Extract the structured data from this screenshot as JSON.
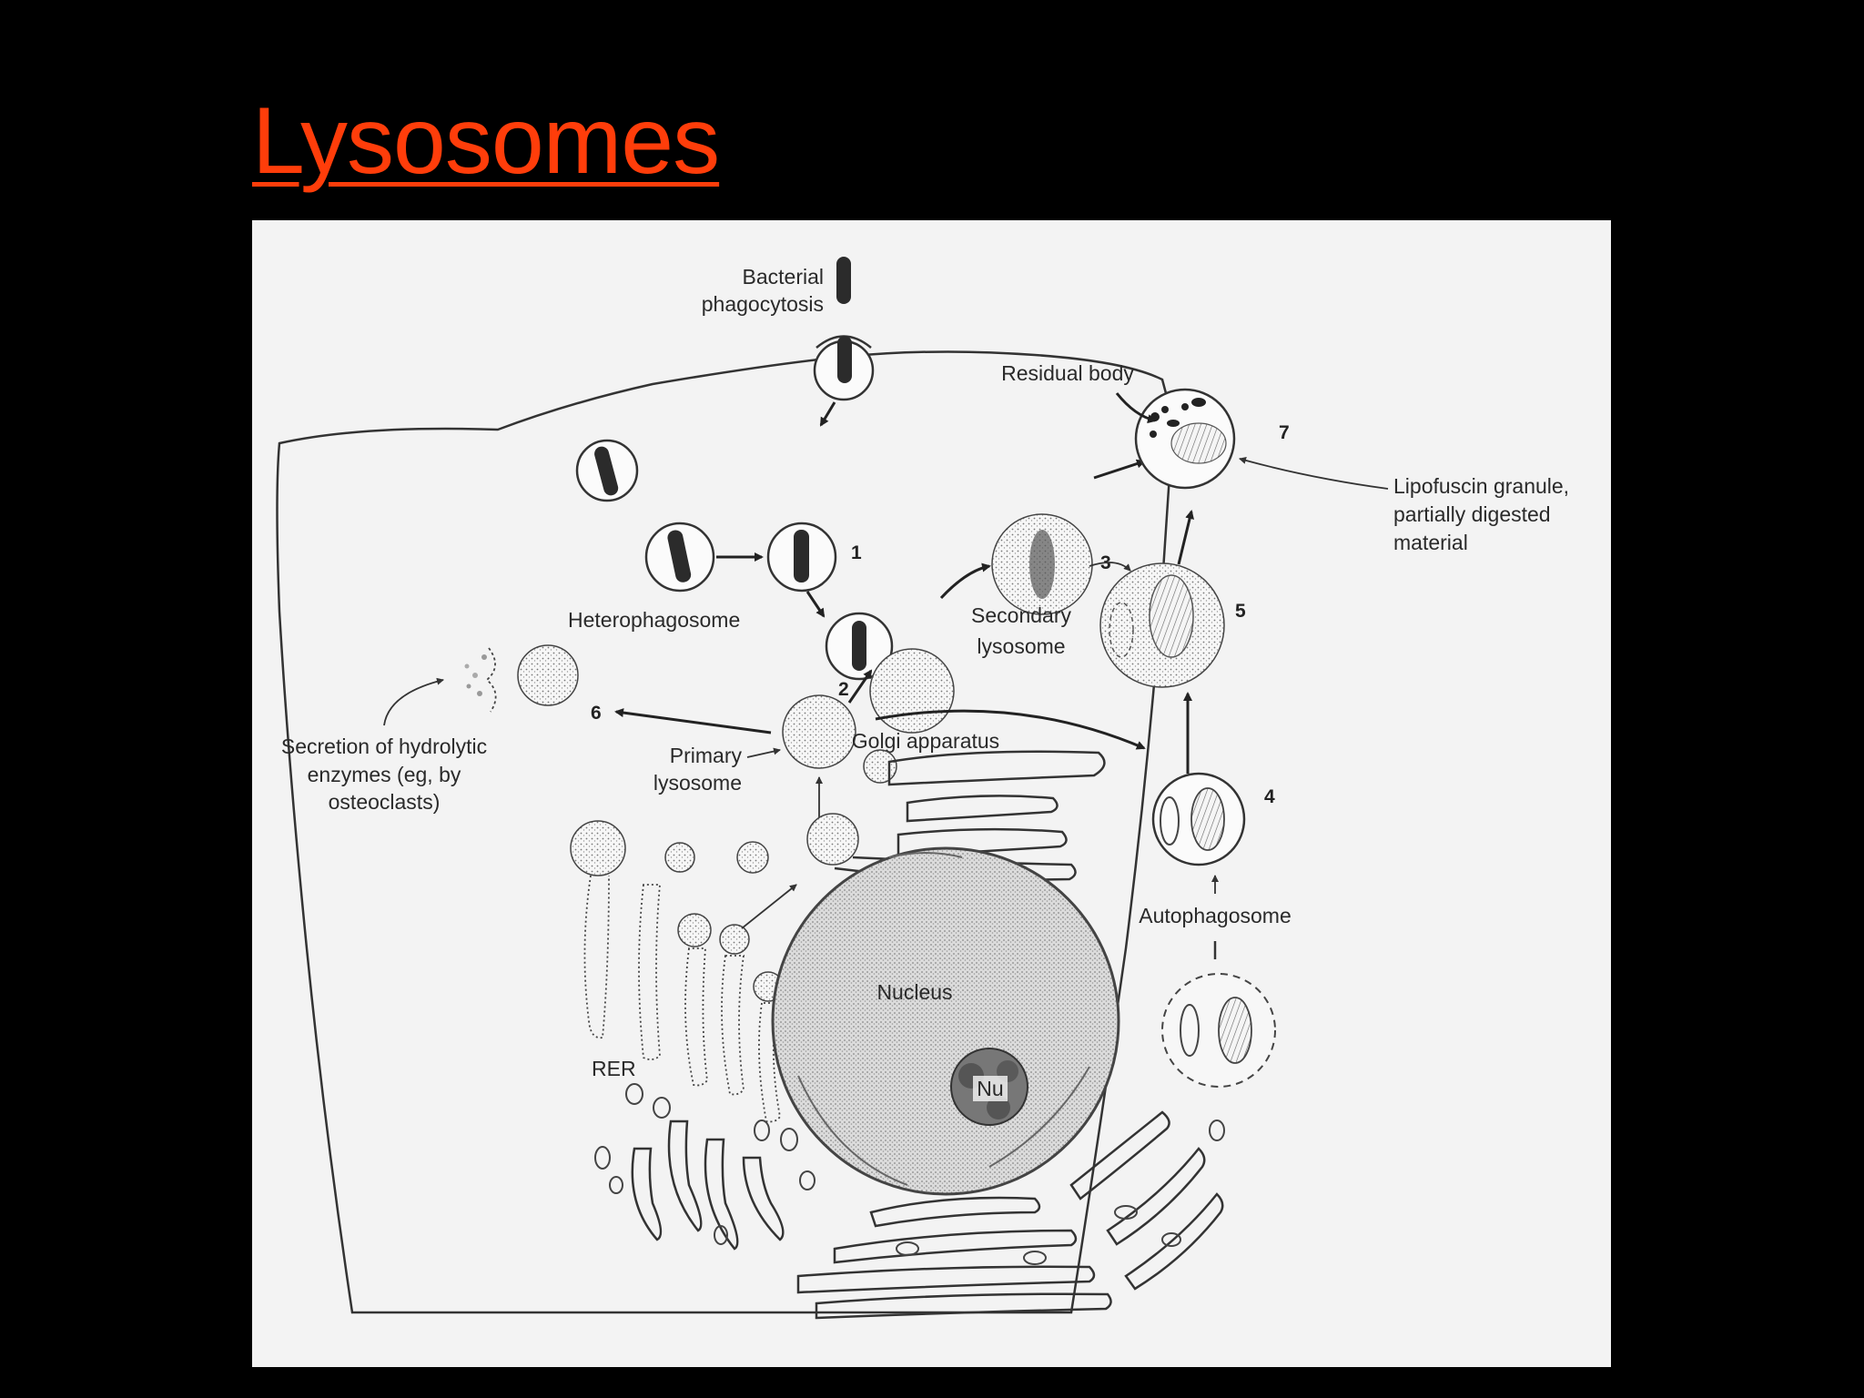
{
  "slide": {
    "title": "Lysosomes",
    "title_color": "#ff3d0a",
    "background_color": "#000000"
  },
  "diagram": {
    "labels": {
      "bacterial_phagocytosis_1": "Bacterial",
      "bacterial_phagocytosis_2": "phagocytosis",
      "residual_body": "Residual body",
      "heterophagosome": "Heterophagosome",
      "secondary_lysosome_1": "Secondary",
      "secondary_lysosome_2": "lysosome",
      "lipofuscin_1": "Lipofuscin granule,",
      "lipofuscin_2": "partially digested",
      "lipofuscin_3": "material",
      "secretion_1": "Secretion of hydrolytic",
      "secretion_2": "enzymes (eg, by",
      "secretion_3": "osteoclasts)",
      "primary_lysosome_1": "Primary",
      "primary_lysosome_2": "lysosome",
      "golgi_apparatus": "Golgi apparatus",
      "autophagosome": "Autophagosome",
      "nucleus": "Nucleus",
      "nucleolus": "Nu",
      "rer": "RER"
    },
    "step_numbers": [
      "1",
      "2",
      "3",
      "4",
      "5",
      "6",
      "7"
    ]
  }
}
